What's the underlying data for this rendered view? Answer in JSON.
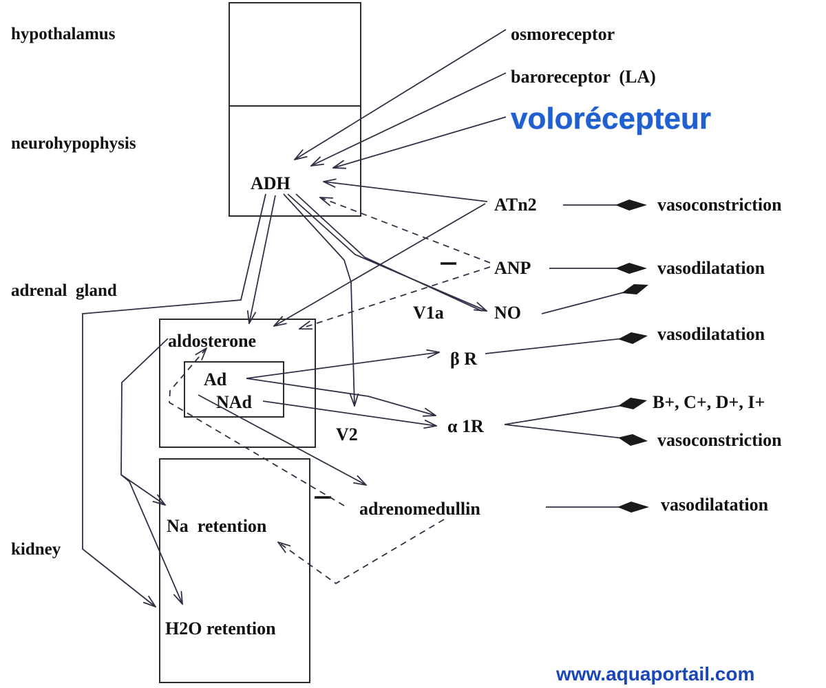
{
  "organs": {
    "hypothalamus": "hypothalamus",
    "neurohypophysis": "neurohypophysis",
    "adrenal_gland": "adrenal  gland",
    "kidney": "kidney"
  },
  "inputs": {
    "osmoreceptor": "osmoreceptor",
    "baroreceptor": "baroreceptor  (LA)",
    "voloreceptor": "volorécepteur"
  },
  "hormones": {
    "adh": "ADH",
    "atn2": "ATn2",
    "anp": "ANP",
    "no": "NO",
    "aldosterone": "aldosterone",
    "ad": "Ad",
    "nad": "NAd",
    "adrenomedullin": "adrenomedullin"
  },
  "receptors": {
    "v1a": "V1a",
    "v2": "V2",
    "beta_r": "β R",
    "alpha_1r": "α 1R"
  },
  "effects": {
    "atn2": "vasoconstriction",
    "anp": "vasodilatation",
    "beta_r": "vasodilatation",
    "alpha_inotropic": "B+, C+, D+, I+",
    "alpha_vaso": "vasoconstriction",
    "adrenomedullin": "vasodilatation"
  },
  "retention": {
    "na": "Na  retention",
    "h2o": "H2O retention"
  },
  "inhibition_marks": {
    "anp": "−",
    "adrenomedullin": "−"
  },
  "watermark": "www.aquaportail.com"
}
